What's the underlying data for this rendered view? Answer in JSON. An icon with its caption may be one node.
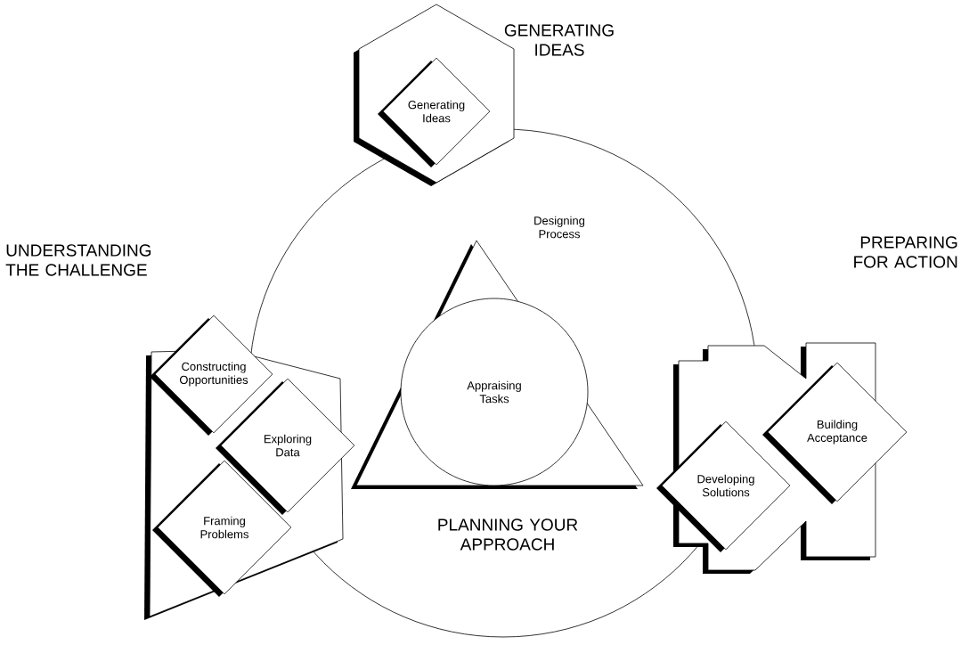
{
  "diagram": {
    "nodes": [
      {
        "text": [],
        "shape": "hexagon"
      },
      {
        "text": [
          "Generating Ideas"
        ],
        "in": 0
      },
      {
        "text": [],
        "shape": "box"
      },
      {
        "text": [
          "Constructing Opportunities"
        ]
      },
      {
        "text": [
          "Exploring Data"
        ],
        "in": 2
      },
      {
        "text": [
          "Framing Problems"
        ],
        "in": 2
      },
      {
        "text": [],
        "shape": "box"
      },
      {
        "text": [
          "Developing Solutions"
        ]
      },
      {
        "text": [
          "Building Acceptance"
        ]
      },
      {
        "text": [
          "PLANNING YOUR APPROACH"
        ]
      },
      {
        "text": [],
        "shape": "triangle",
        "in": 9,
        "beside": [
          "Designing Process"
        ]
      },
      {
        "text": [
          "Appraising Tasks"
        ],
        "in": 10
      }
    ],
    "edges": [],
    "labels": [
      "GENERATING IDEAS",
      "UNDERSTANDING THE CHALLENGE",
      "PREPARING FOR ACTION"
    ]
  }
}
